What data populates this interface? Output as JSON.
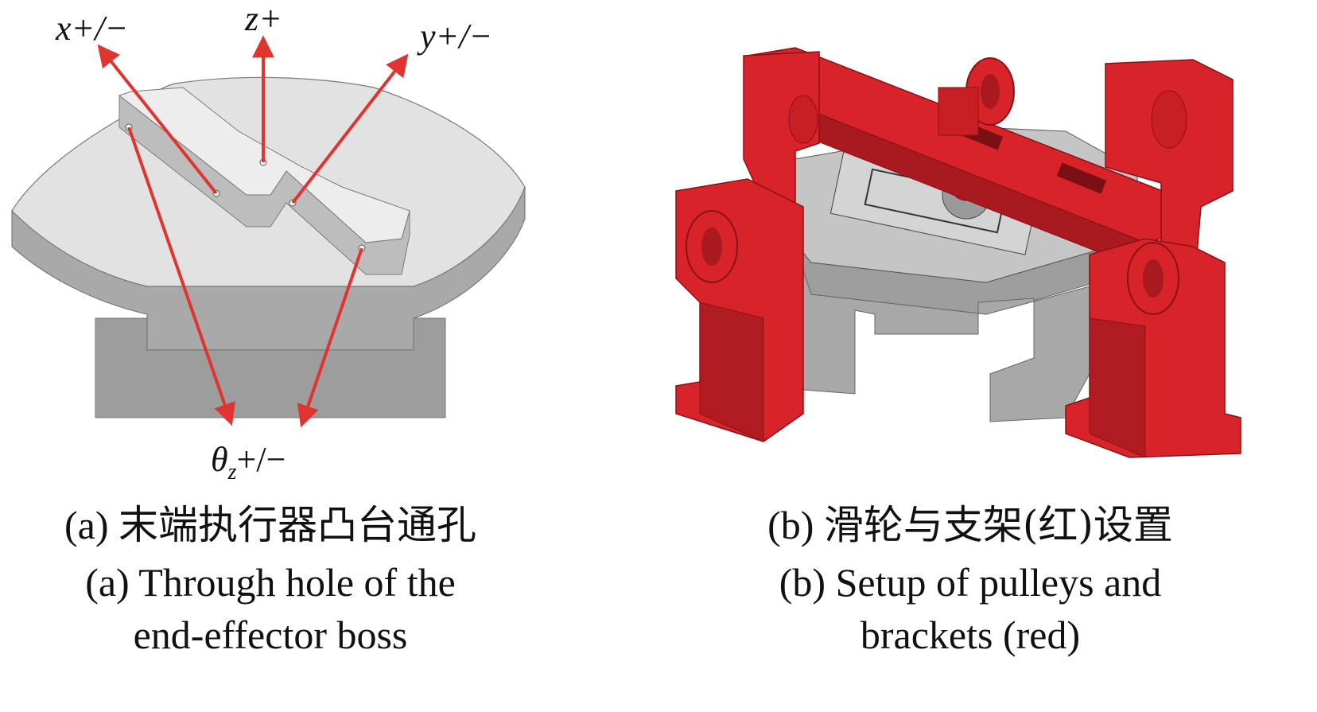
{
  "panel_a": {
    "axis_labels": {
      "x": "x+/−",
      "z": "z+",
      "y": "y+/−",
      "theta_base": "θ",
      "theta_sub": "z",
      "theta_sign": "+/−"
    },
    "caption_zh_prefix": "(a)",
    "caption_zh": "末端执行器凸台通孔",
    "caption_en_line1": "(a)  Through hole of the",
    "caption_en_line2": "end-effector boss"
  },
  "panel_b": {
    "caption_zh_prefix": "(b)",
    "caption_zh": "滑轮与支架(红)设置",
    "caption_en_line1": "(b)  Setup of pulleys and",
    "caption_en_line2": "brackets (red)"
  },
  "colors": {
    "arrow": "#e0342f",
    "bracket_red": "#d8232a",
    "metal_grey": "#b9b9b9"
  }
}
